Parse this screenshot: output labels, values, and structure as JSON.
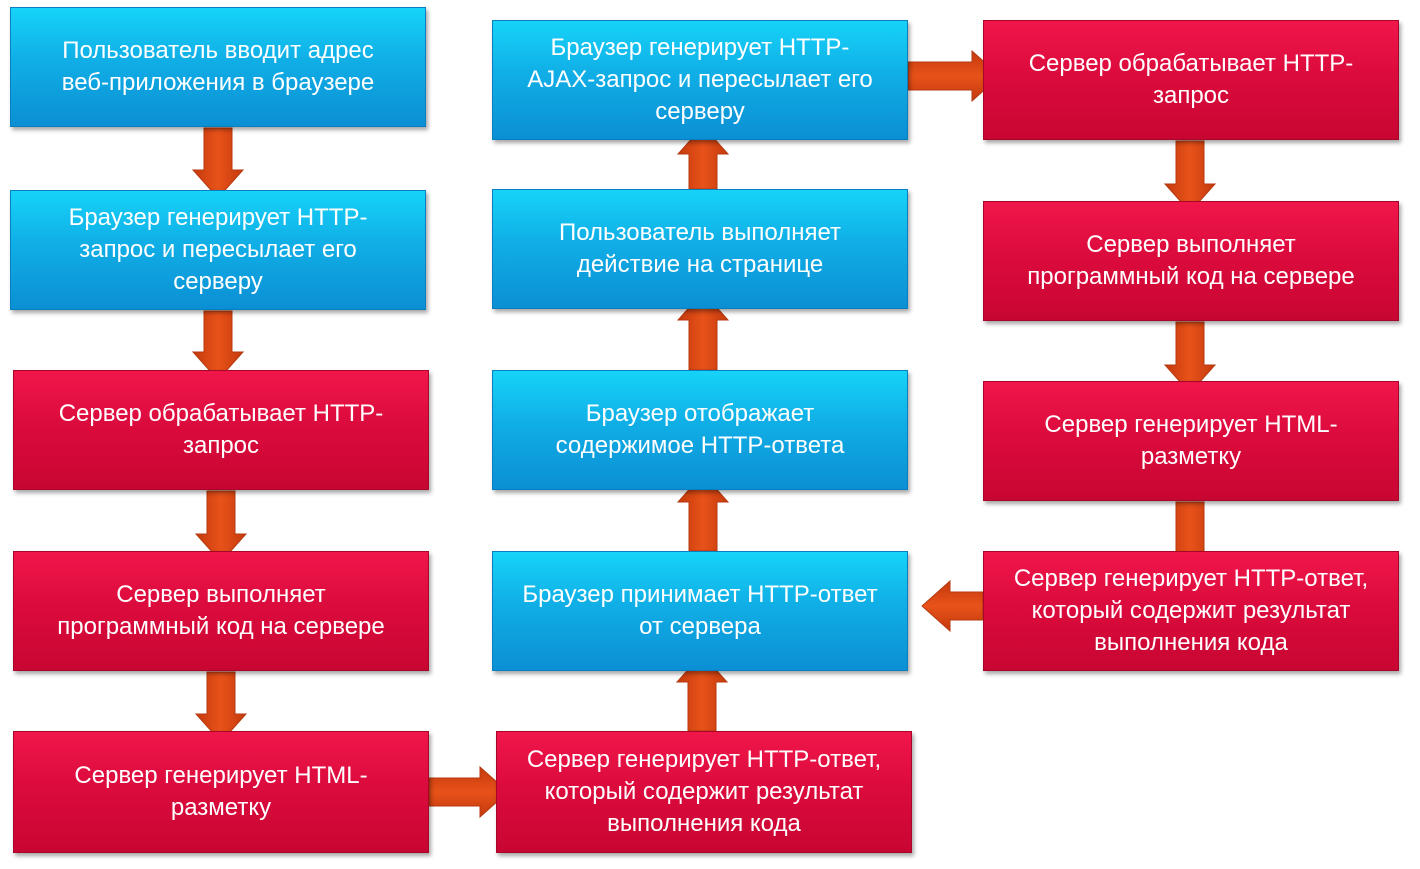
{
  "nodes": [
    {
      "id": "c1-1",
      "color": "blue",
      "text": "Пользователь вводит адрес\nвеб-приложения в браузере"
    },
    {
      "id": "c1-2",
      "color": "blue",
      "text": "Браузер генерирует HTTP-\nзапрос и пересылает его\nсерверу"
    },
    {
      "id": "c1-3",
      "color": "red",
      "text": "Сервер обрабатывает HTTP-\nзапрос"
    },
    {
      "id": "c1-4",
      "color": "red",
      "text": "Сервер выполняет\nпрограммный код на сервере"
    },
    {
      "id": "c1-5",
      "color": "red",
      "text": "Сервер генерирует HTML-\nразметку"
    },
    {
      "id": "c2-1",
      "color": "blue",
      "text": "Браузер генерирует HTTP-\nAJAX-запрос и пересылает его\nсерверу"
    },
    {
      "id": "c2-2",
      "color": "blue",
      "text": "Пользователь выполняет\nдействие на странице"
    },
    {
      "id": "c2-3",
      "color": "blue",
      "text": "Браузер отображает\nсодержимое HTTP-ответа"
    },
    {
      "id": "c2-4",
      "color": "blue",
      "text": "Браузер принимает HTTP-ответ\nот сервера"
    },
    {
      "id": "c2-5",
      "color": "red",
      "text": "Сервер генерирует HTTP-ответ,\nкоторый содержит результат\nвыполнения кода"
    },
    {
      "id": "c3-1",
      "color": "red",
      "text": "Сервер обрабатывает HTTP-\nзапрос"
    },
    {
      "id": "c3-2",
      "color": "red",
      "text": "Сервер выполняет\nпрограммный код на сервере"
    },
    {
      "id": "c3-3",
      "color": "red",
      "text": "Сервер генерирует HTML-\nразметку"
    },
    {
      "id": "c3-4",
      "color": "red",
      "text": "Сервер генерирует HTTP-ответ,\nкоторый содержит результат\nвыполнения кода"
    }
  ],
  "edges": [
    {
      "from": "c1-1",
      "to": "c1-2"
    },
    {
      "from": "c1-2",
      "to": "c1-3"
    },
    {
      "from": "c1-3",
      "to": "c1-4"
    },
    {
      "from": "c1-4",
      "to": "c1-5"
    },
    {
      "from": "c1-5",
      "to": "c2-5"
    },
    {
      "from": "c2-5",
      "to": "c2-4"
    },
    {
      "from": "c2-4",
      "to": "c2-3"
    },
    {
      "from": "c2-3",
      "to": "c2-2"
    },
    {
      "from": "c2-2",
      "to": "c2-1"
    },
    {
      "from": "c2-1",
      "to": "c3-1"
    },
    {
      "from": "c3-1",
      "to": "c3-2"
    },
    {
      "from": "c3-2",
      "to": "c3-3"
    },
    {
      "from": "c3-3",
      "to": "c3-4"
    },
    {
      "from": "c3-4",
      "to": "c2-4"
    }
  ],
  "colors": {
    "blue": "#10aee6",
    "red": "#dc0b3d",
    "arrow_fill": "#e8521a",
    "arrow_stroke": "#b53a10"
  }
}
